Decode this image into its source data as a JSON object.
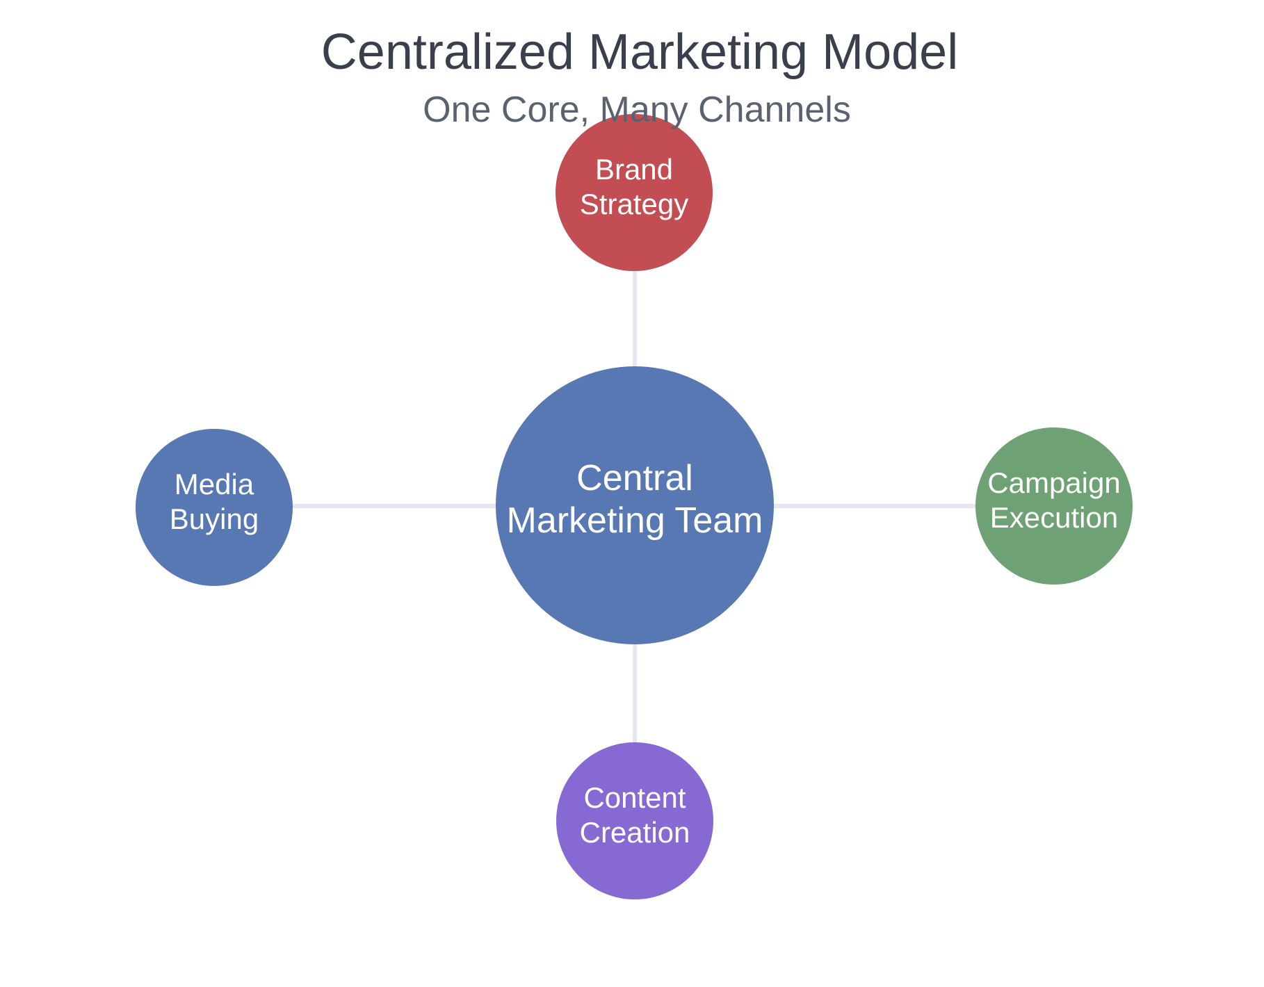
{
  "title": "Centralized Marketing Model",
  "subtitle": "One Core, Many Channels",
  "colors": {
    "background": "#FFFFFF",
    "title_text": "#393F4D",
    "subtitle_text": "#5A6270",
    "connector_line": "#E5E8F0",
    "node_label_text": "#FFFFFF"
  },
  "nodes": {
    "center": {
      "line1": "Central",
      "line2": "Marketing Team",
      "color": "#5878B4"
    },
    "top": {
      "line1": "Brand",
      "line2": "Strategy",
      "color": "#C24D52"
    },
    "left": {
      "line1": "Media",
      "line2": "Buying",
      "color": "#5878B4"
    },
    "right": {
      "line1": "Campaign",
      "line2": "Execution",
      "color": "#6EA173"
    },
    "bottom": {
      "line1": "Content",
      "line2": "Creation",
      "color": "#8669D3"
    }
  },
  "edges": [
    {
      "from": "Central Marketing Team",
      "to": "Brand Strategy"
    },
    {
      "from": "Central Marketing Team",
      "to": "Media Buying"
    },
    {
      "from": "Central Marketing Team",
      "to": "Campaign Execution"
    },
    {
      "from": "Central Marketing Team",
      "to": "Content Creation"
    }
  ]
}
